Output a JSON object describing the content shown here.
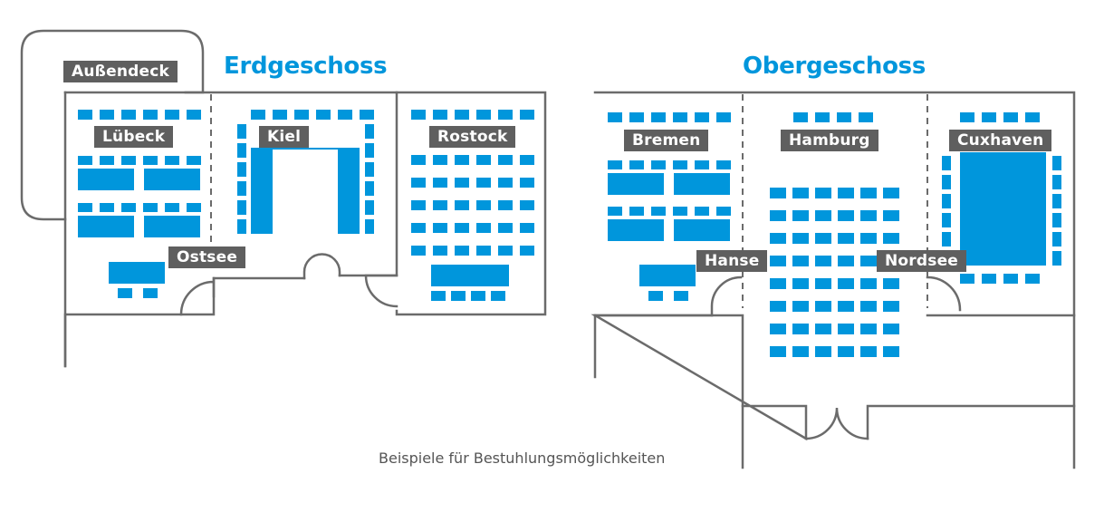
{
  "floors": {
    "ground": {
      "title": "Erdgeschoss"
    },
    "upper": {
      "title": "Obergeschoss"
    }
  },
  "rooms": {
    "aussendeck": "Außendeck",
    "luebeck": "Lübeck",
    "kiel": "Kiel",
    "rostock": "Rostock",
    "ostsee": "Ostsee",
    "bremen": "Bremen",
    "hamburg": "Hamburg",
    "cuxhaven": "Cuxhaven",
    "hanse": "Hanse",
    "nordsee": "Nordsee"
  },
  "caption": "Beispiele für Bestuhlungsmöglichkeiten",
  "colors": {
    "furniture": "#0096dc",
    "walls": "#6b6b6b",
    "label_bg": "#5f5f5f",
    "label_text": "#ffffff",
    "title": "#0096dc",
    "caption": "#555555"
  }
}
